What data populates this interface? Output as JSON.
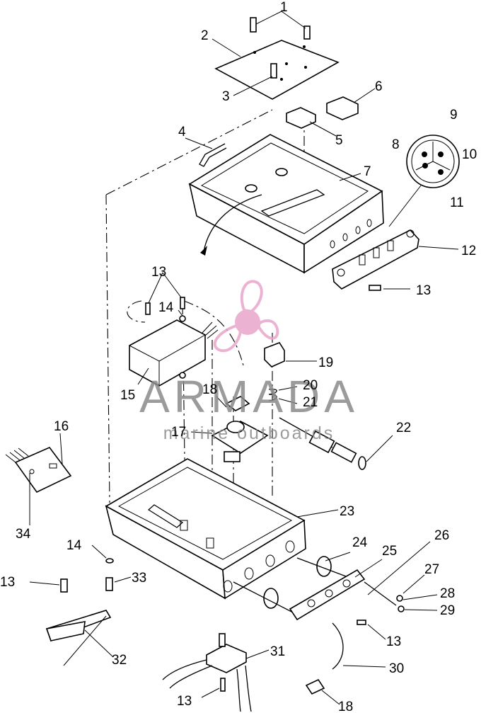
{
  "watermark": {
    "brand": "ARMADA",
    "tagline": "marine outboards",
    "accent": "#e8a6c9"
  },
  "callouts": [
    "1",
    "2",
    "3",
    "4",
    "5",
    "6",
    "7",
    "8",
    "9",
    "10",
    "11",
    "12",
    "13",
    "13",
    "13",
    "14",
    "15",
    "16",
    "17",
    "18",
    "19",
    "20",
    "21",
    "22",
    "23",
    "24",
    "25",
    "26",
    "27",
    "28",
    "29",
    "14",
    "13",
    "33",
    "34",
    "32",
    "13",
    "31",
    "30",
    "13",
    "18"
  ]
}
